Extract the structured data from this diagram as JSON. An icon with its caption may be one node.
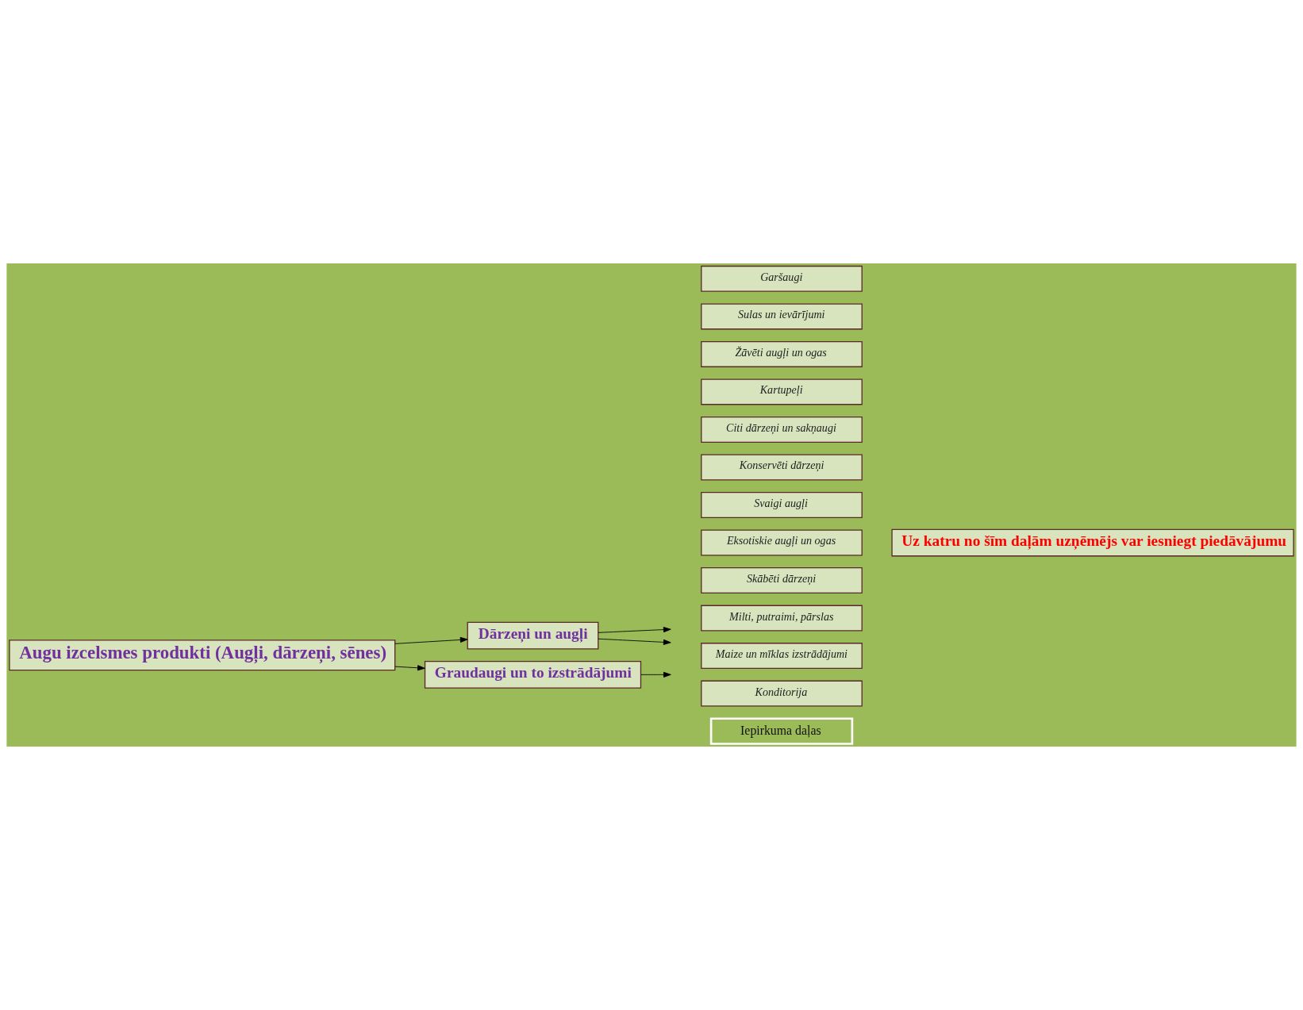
{
  "diagram": {
    "nodes": [
      {
        "text": [
          "Augu izcelsmes produkti (Augļi, dārzeņi, sēnes)"
        ]
      },
      {
        "text": [
          "Dārzeņi un augļi"
        ]
      },
      {
        "text": [
          "Graudaugi un to izstrādājumi"
        ]
      },
      {
        "text": [
          "Garšaugi"
        ]
      },
      {
        "text": [
          "Sulas un ievārījumi"
        ]
      },
      {
        "text": [
          "Žāvēti augļi un ogas"
        ]
      },
      {
        "text": [
          "Kartupeļi"
        ]
      },
      {
        "text": [
          "Citi dārzeņi un sakņaugi"
        ]
      },
      {
        "text": [
          "Konservēti dārzeņi"
        ]
      },
      {
        "text": [
          "Svaigi augļi"
        ]
      },
      {
        "text": [
          "Eksotiskie augļi un ogas"
        ]
      },
      {
        "text": [
          "Skābēti dārzeņi"
        ]
      },
      {
        "text": [
          "Milti, putraimi, pārslas"
        ]
      },
      {
        "text": [
          "Maize un mīklas izstrādājumi"
        ]
      },
      {
        "text": [
          "Konditorija"
        ]
      },
      {
        "text": [
          "Iepirkuma daļas"
        ]
      },
      {
        "text": [
          "Uz katru no šīm daļām uzņēmējs var iesniegt piedāvājumu"
        ]
      }
    ],
    "edges": [
      {
        "from": 0,
        "to": 1,
        "arrow": "to"
      },
      {
        "from": 0,
        "to": 2,
        "arrow": "to"
      },
      {
        "from": 1,
        "to": null,
        "arrow": "to"
      },
      {
        "from": 1,
        "to": null,
        "arrow": "to"
      },
      {
        "from": 2,
        "to": null,
        "arrow": "to"
      }
    ]
  }
}
